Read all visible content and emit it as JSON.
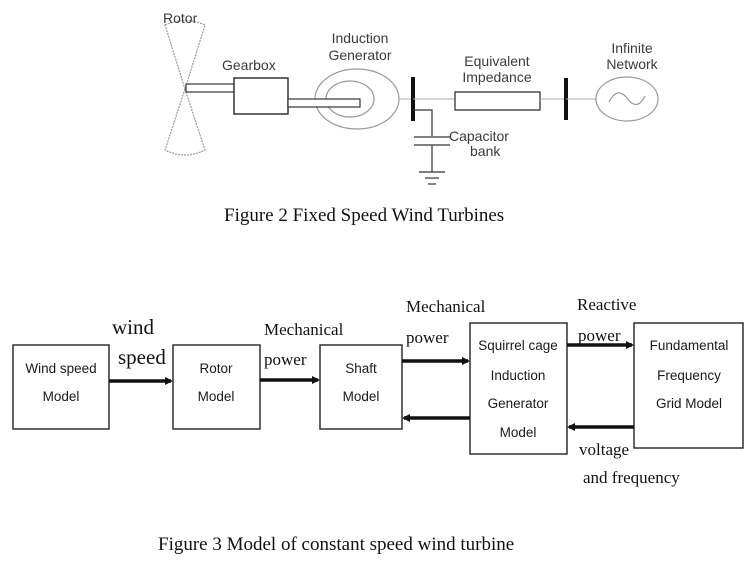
{
  "figure2": {
    "labels": {
      "rotor": "Rotor",
      "gearbox": "Gearbox",
      "generator_l1": "Induction",
      "generator_l2": "Generator",
      "impedance_l1": "Equivalent",
      "impedance_l2": "Impedance",
      "network_l1": "Infinite",
      "network_l2": "Network",
      "capacitor_l1": "Capacitor",
      "capacitor_l2": "bank"
    },
    "caption": "Figure 2 Fixed Speed Wind Turbines"
  },
  "figure3": {
    "blocks": [
      {
        "lines": [
          "Wind speed",
          "Model"
        ]
      },
      {
        "lines": [
          "Rotor",
          "Model"
        ]
      },
      {
        "lines": [
          "Shaft",
          "Model"
        ]
      },
      {
        "lines": [
          "Squirrel cage",
          "Induction",
          "Generator",
          "Model"
        ]
      },
      {
        "lines": [
          "Fundamental",
          "Frequency",
          "Grid Model"
        ]
      }
    ],
    "signals": {
      "wind_speed_l1": "wind",
      "wind_speed_l2": "speed",
      "mech_power_1_l1": "Mechanical",
      "mech_power_1_l2": "power",
      "mech_power_2_l1": "Mechanical",
      "mech_power_2_l2": "power",
      "reactive_l1": "Reactive",
      "reactive_l2": "power",
      "voltage_l1": "voltage",
      "voltage_l2": "and frequency"
    },
    "caption": "Figure 3 Model of constant speed wind turbine"
  }
}
